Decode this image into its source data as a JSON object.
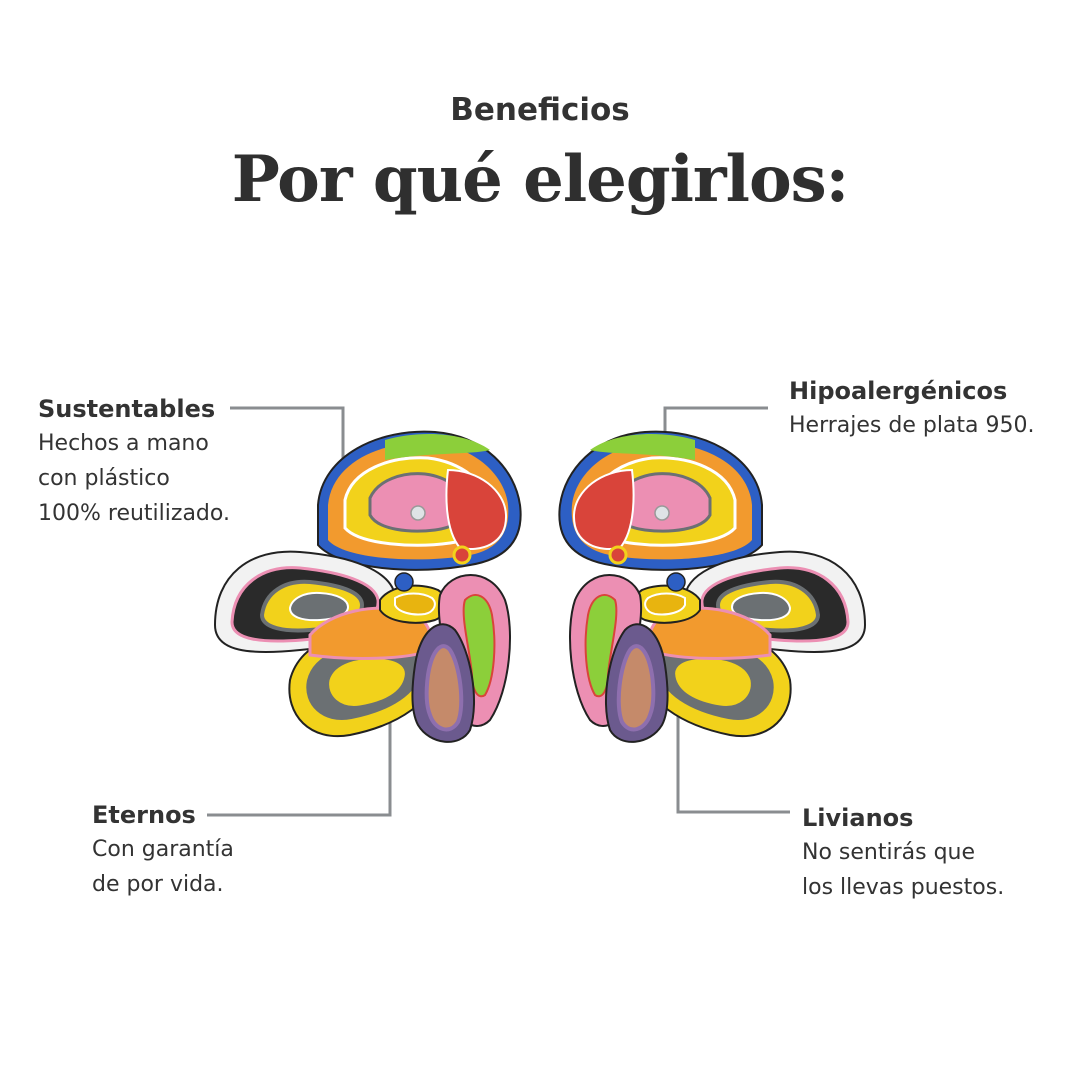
{
  "header": {
    "eyebrow": "Beneficios",
    "title": "Por qué elegirlos:"
  },
  "benefits": {
    "sustentables": {
      "title": "Sustentables",
      "lines": [
        "Hechos a mano",
        "con plástico",
        "100% reutilizado."
      ]
    },
    "hipoalergenicos": {
      "title": "Hipoalergénicos",
      "lines": [
        "Herrajes de plata 950."
      ]
    },
    "eternos": {
      "title": "Eternos",
      "lines": [
        "Con garantía",
        "de por vida."
      ]
    },
    "livianos": {
      "title": "Livianos",
      "lines": [
        "No sentirás que",
        "los llevas puestos."
      ]
    }
  },
  "colors": {
    "text": "#333333",
    "connector": "#8a8d90",
    "yellow": "#f2d21b",
    "orange": "#f29a2e",
    "pink": "#ec8fb3",
    "green": "#8ccf3a",
    "red": "#d9443a",
    "gray": "#6b7073",
    "purple": "#8e6fae",
    "blue": "#2d5fc4"
  }
}
